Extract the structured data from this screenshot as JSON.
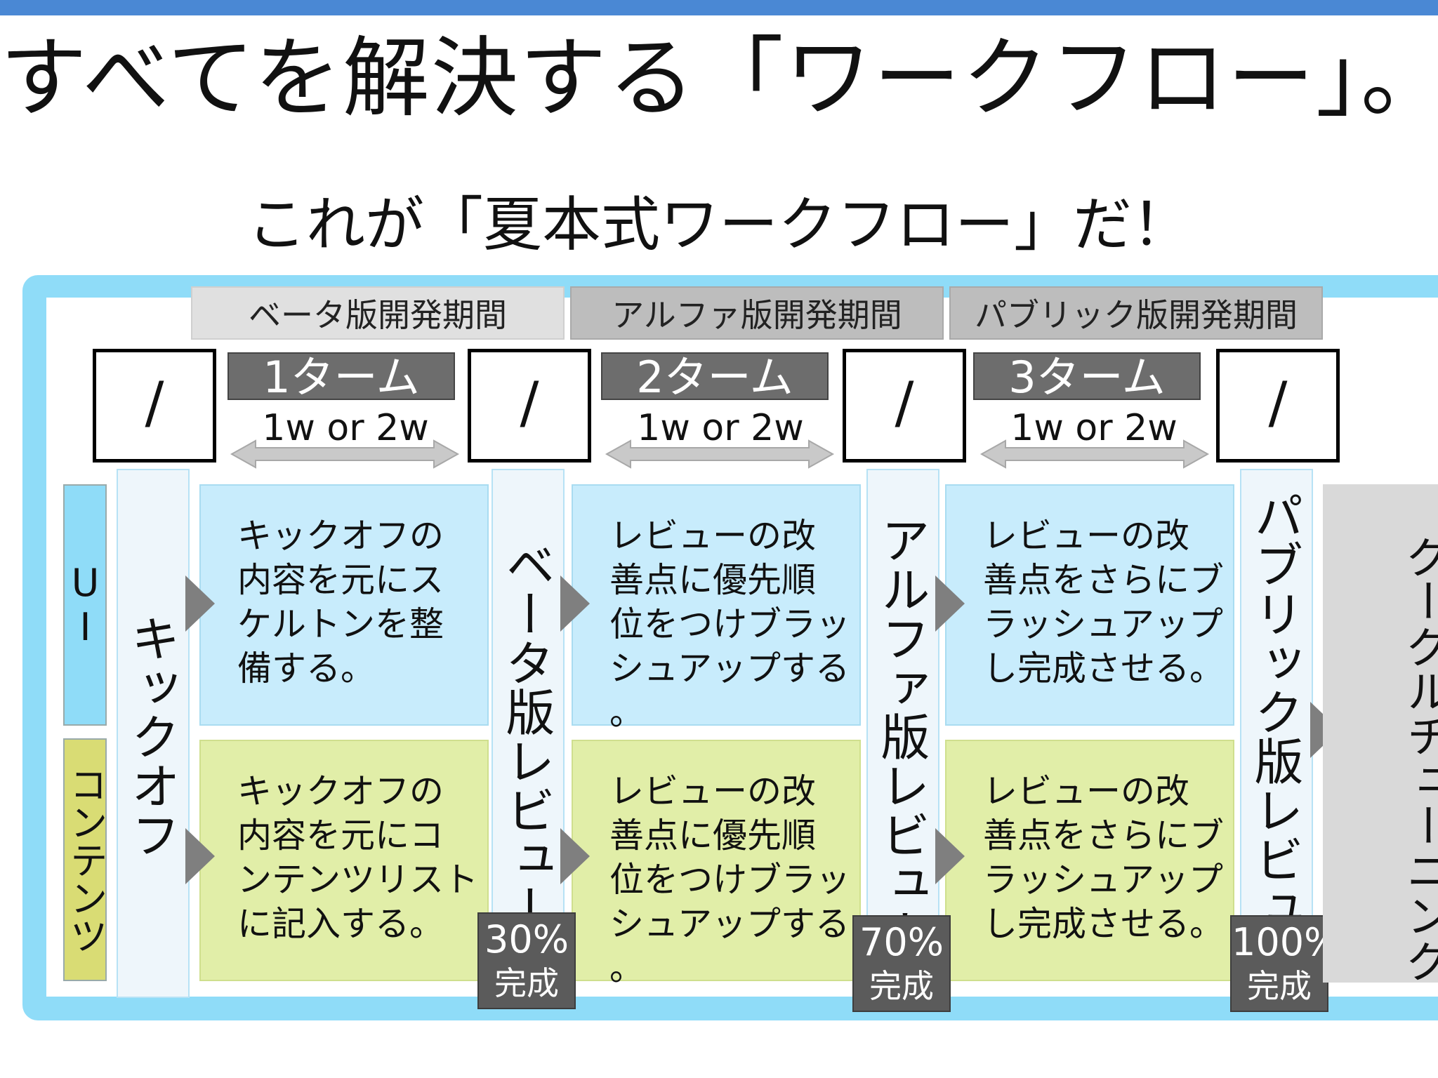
{
  "title": "すべてを解決する「ワークフロー」。",
  "subtitle": "これが「夏本式ワークフロー」だ！",
  "periods": [
    "ベータ版開発期間",
    "アルファ版開発期間",
    "パブリック版開発期間"
  ],
  "slash": "/",
  "terms": [
    {
      "label": "1ターム",
      "duration": "1w or 2w"
    },
    {
      "label": "2ターム",
      "duration": "1w or 2w"
    },
    {
      "label": "3ターム",
      "duration": "1w or 2w"
    }
  ],
  "rows": {
    "ui": "UI",
    "content": "コンテンツ"
  },
  "milestones": [
    "キックオフ",
    "ベータ版レビュー",
    "アルファ版レビュー",
    "パブリック版レビュー"
  ],
  "cards": {
    "ui": [
      "キックオフの\n内容を元にス\nケルトンを整\n備する。",
      "レビューの改\n善点に優先順\n位をつけブラッ\nシュアップする\n。",
      "レビューの改\n善点をさらにブ\nラッシュアップ\nし完成させる。"
    ],
    "content": [
      "キックオフの\n内容を元にコ\nンテンツリスト\nに記入する。",
      "レビューの改\n善点に優先順\n位をつけブラッ\nシュアップする\n。",
      "レビューの改\n善点をさらにブ\nラッシュアップ\nし完成させる。"
    ]
  },
  "badges": [
    {
      "pct": "30%",
      "label": "完成"
    },
    {
      "pct": "70%",
      "label": "完成"
    },
    {
      "pct": "100%",
      "label": "完成"
    }
  ],
  "final_step": "グーグルチューニング",
  "colors": {
    "top_bar": "#4a88d4",
    "frame": "#8fdcf8",
    "ui_card": "#c8ecfc",
    "content_card": "#e1eea8",
    "term_bar": "#6d6d6d",
    "badge": "#5b5b5b",
    "arrow": "#7f7f7f"
  }
}
